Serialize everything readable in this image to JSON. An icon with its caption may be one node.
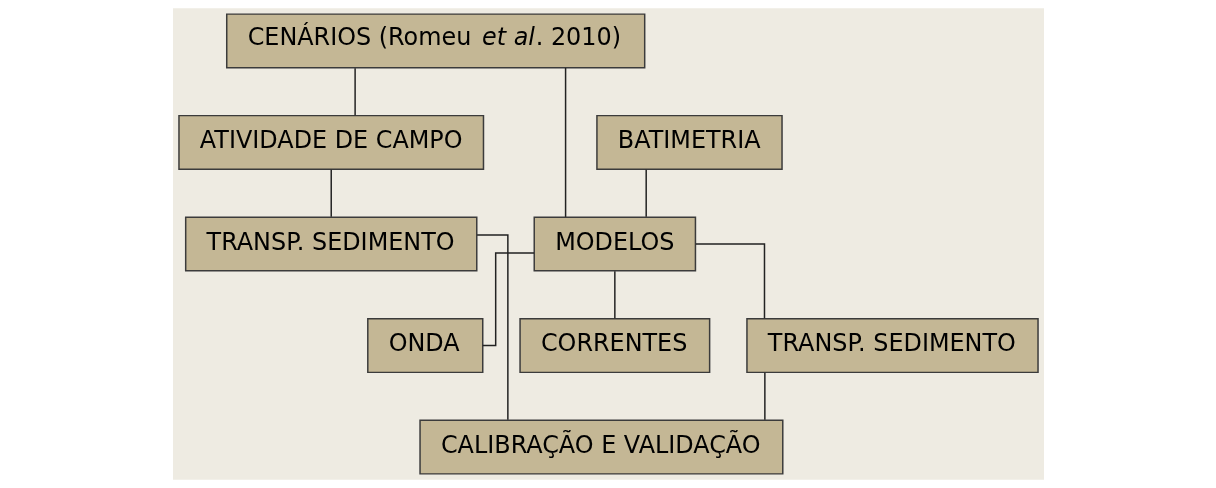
{
  "diagram": {
    "nodes": [
      {
        "text": [
          "CENÁRIOS (Romeu *et al*. 2010)"
        ]
      },
      {
        "text": [
          "ATIVIDADE DE CAMPO"
        ]
      },
      {
        "text": [
          "BATIMETRIA"
        ]
      },
      {
        "text": [
          "MODELOS"
        ]
      },
      {
        "text": [
          "TRANSP. SEDIMENTO"
        ]
      },
      {
        "text": [
          "ONDA"
        ]
      },
      {
        "text": [
          "CORRENTES"
        ]
      },
      {
        "text": [
          "TRANSP. SEDIMENTO"
        ]
      },
      {
        "text": [
          "CALIBRAÇÃO E VALIDAÇÃO"
        ]
      }
    ],
    "edges": [
      {
        "from": 0,
        "to": 1,
        "arrow": "none"
      },
      {
        "from": 0,
        "to": 3,
        "arrow": "none"
      },
      {
        "from": 2,
        "to": 3,
        "arrow": "none"
      },
      {
        "from": 1,
        "to": 4,
        "arrow": "none"
      },
      {
        "from": 3,
        "to": 5,
        "arrow": "none"
      },
      {
        "from": 3,
        "to": 6,
        "arrow": "none"
      },
      {
        "from": 3,
        "to": 7,
        "arrow": "none"
      },
      {
        "from": 4,
        "to": 8,
        "arrow": "none"
      },
      {
        "from": 7,
        "to": 8,
        "arrow": "none"
      }
    ]
  }
}
